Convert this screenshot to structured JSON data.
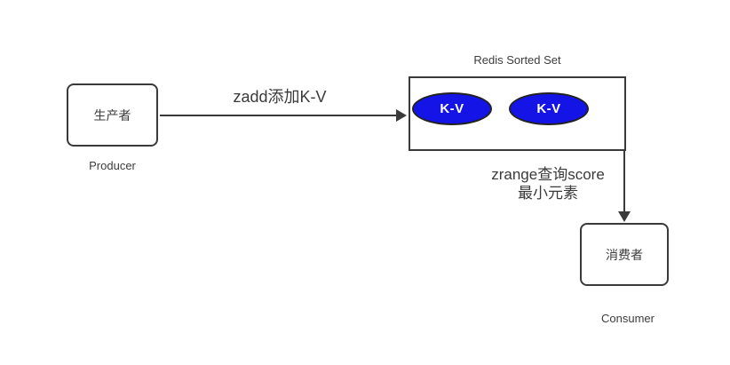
{
  "producer": {
    "box_label": "生产者",
    "caption": "Producer"
  },
  "consumer": {
    "box_label": "消费者",
    "caption": "Consumer"
  },
  "redis": {
    "title": "Redis Sorted Set",
    "items": [
      {
        "label": "K-V"
      },
      {
        "label": "K-V"
      }
    ]
  },
  "arrows": {
    "zadd_label": "zadd添加K-V",
    "zrange_label_line1": "zrange查询score",
    "zrange_label_line2": "最小元素"
  },
  "colors": {
    "node_fill_blue": "#1414e6",
    "line_dark": "#3a3a3a",
    "text_dark": "#3c3c3c",
    "background": "#ffffff"
  }
}
